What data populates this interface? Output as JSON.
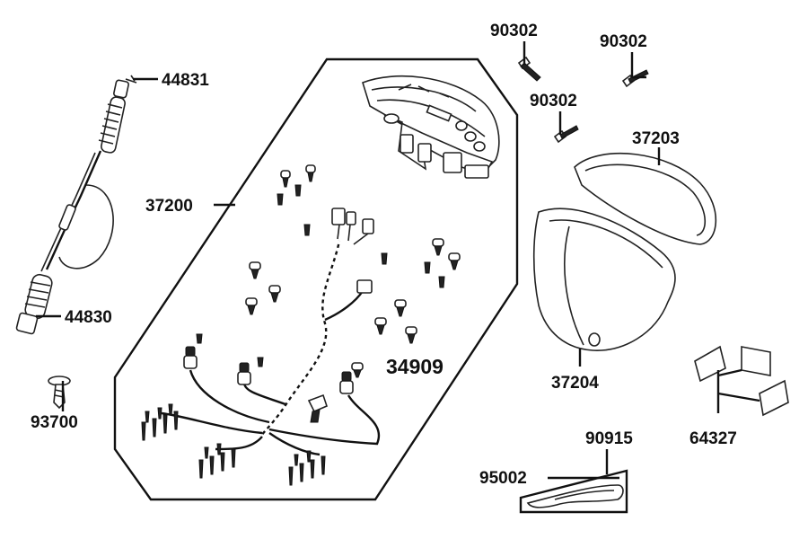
{
  "labels": {
    "p44831": "44831",
    "p44830": "44830",
    "p93700": "93700",
    "p37200": "37200",
    "p34909": "34909",
    "p90302a": "90302",
    "p90302b": "90302",
    "p90302c": "90302",
    "p37203": "37203",
    "p37204": "37204",
    "p64327": "64327",
    "p90915": "90915",
    "p95002": "95002"
  },
  "colors": {
    "ink": "#111111",
    "paper": "#ffffff",
    "shade": "#d8d8d8"
  }
}
